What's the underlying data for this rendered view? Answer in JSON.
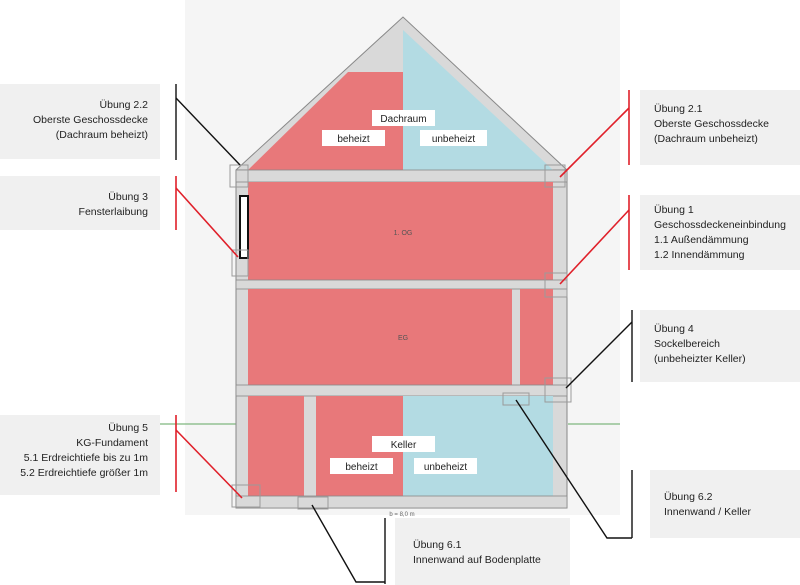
{
  "exercises_left": [
    {
      "id": "u22",
      "lines": [
        "Übung 2.2",
        "Oberste Geschossdecke",
        "(Dachraum beheizt)"
      ]
    },
    {
      "id": "u3",
      "lines": [
        "Übung 3",
        "Fensterlaibung"
      ]
    },
    {
      "id": "u5",
      "lines": [
        "Übung 5",
        "KG-Fundament",
        "5.1 Erdreichtiefe bis zu 1m",
        "5.2 Erdreichtiefe größer 1m"
      ]
    }
  ],
  "exercises_right": [
    {
      "id": "u21",
      "lines": [
        "Übung 2.1",
        "Oberste Geschossdecke",
        "(Dachraum unbeheizt)"
      ]
    },
    {
      "id": "u1",
      "lines": [
        "Übung 1",
        "Geschossdeckeneinbindung",
        "1.1  Außendämmung",
        "1.2  Innendämmung"
      ]
    },
    {
      "id": "u4",
      "lines": [
        "Übung 4",
        "Sockelbereich",
        "(unbeheizter Keller)"
      ]
    },
    {
      "id": "u62",
      "lines": [
        "Übung 6.2",
        "Innenwand / Keller"
      ]
    }
  ],
  "exercise_bottom": {
    "id": "u61",
    "lines": [
      "Übung 6.1",
      "Innenwand auf Bodenplatte"
    ]
  },
  "rooms": {
    "dachraum": "Dachraum",
    "og": "1. OG",
    "eg": "EG",
    "keller": "Keller",
    "heated": "beheizt",
    "unheated": "unbeheizt"
  },
  "dimension": "b = 8,0 m",
  "colors": {
    "heated": "#e8787a",
    "unheated": "#b3dbe3",
    "wall": "#dcdcdc",
    "accent_red": "#e0202a",
    "accent_black": "#111111",
    "ground": "#7fb87f",
    "box_bg": "#f0f0f0"
  }
}
